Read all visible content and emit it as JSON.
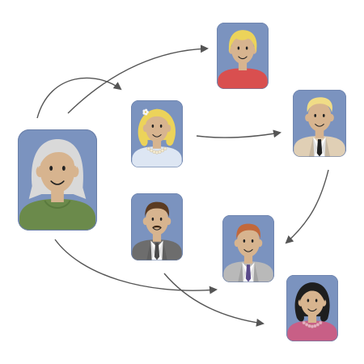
{
  "diagram": {
    "background": "#ffffff",
    "card_color": "#7b93bf",
    "card_stroke": "#6a7fa8",
    "arrow_color": "#555555",
    "skin_color": "#d7b48f",
    "people": [
      {
        "id": "grandmother",
        "hair": "silver-long",
        "hair_color": "#d9d9d9",
        "top": "green-sweater",
        "top_color": "#6b8a4b"
      },
      {
        "id": "woman-blonde-bun",
        "hair": "blonde-curly-with-flower",
        "hair_color": "#ecd35a",
        "top": "pearl-necklace",
        "top_color": "#dde6f3"
      },
      {
        "id": "man-mustache",
        "hair": "brown-short",
        "hair_color": "#5b3b22",
        "top": "suit-and-tie",
        "top_color": "#6d6d6d"
      },
      {
        "id": "young-woman-blonde",
        "hair": "blonde-bob",
        "hair_color": "#ecd35a",
        "top": "red-top",
        "top_color": "#d94f4f"
      },
      {
        "id": "man-blonde",
        "hair": "blonde-short",
        "hair_color": "#f0dc86",
        "top": "beige-suit-black-tie",
        "top_color": "#e0cfb5"
      },
      {
        "id": "man-ginger",
        "hair": "ginger-short",
        "hair_color": "#c2683b",
        "top": "grey-suit-purple-tie",
        "top_color": "#b9b9b9"
      },
      {
        "id": "woman-black-hair",
        "hair": "black-curly",
        "hair_color": "#1e1e1e",
        "top": "pink-top-with-necklace",
        "top_color": "#c85f86"
      }
    ],
    "connections": [
      {
        "from": "grandmother",
        "to": "young-woman-blonde"
      },
      {
        "from": "grandmother",
        "to": "woman-blonde-bun"
      },
      {
        "from": "woman-blonde-bun",
        "to": "man-blonde"
      },
      {
        "from": "man-blonde",
        "to": "man-ginger"
      },
      {
        "from": "grandmother",
        "to": "man-ginger"
      },
      {
        "from": "man-mustache",
        "to": "woman-black-hair"
      }
    ]
  }
}
